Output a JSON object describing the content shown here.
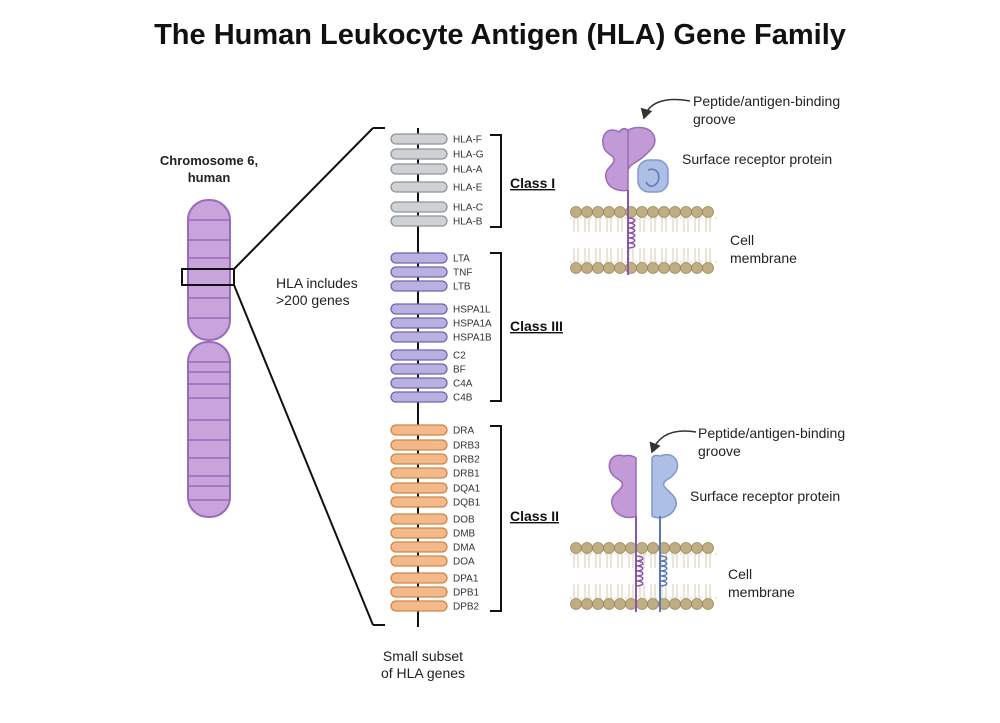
{
  "title": "The Human Leukocyte Antigen (HLA) Gene Family",
  "chromosome": {
    "label_line1": "Chromosome 6,",
    "label_line2": "human"
  },
  "hla_note": {
    "line1": "HLA includes",
    "line2": ">200 genes"
  },
  "subset_note": {
    "line1": "Small subset",
    "line2": "of HLA genes"
  },
  "colors": {
    "class1": "#cfd2d4",
    "class3": "#b9b2e0",
    "class2": "#f4b98a",
    "chromosome": "#c9a3dc",
    "receptor_alpha": "#c39ad8",
    "receptor_beta": "#aebfe6",
    "membrane_head": "#bfae83"
  },
  "classes": [
    {
      "name": "Class I",
      "color_key": "class1",
      "genes": [
        "HLA-F",
        "HLA-G",
        "HLA-A",
        "HLA-E",
        "HLA-C",
        "HLA-B"
      ]
    },
    {
      "name": "Class III",
      "color_key": "class3",
      "genes": [
        "LTA",
        "TNF",
        "LTB",
        "HSPA1L",
        "HSPA1A",
        "HSPA1B",
        "C2",
        "BF",
        "C4A",
        "C4B"
      ]
    },
    {
      "name": "Class II",
      "color_key": "class2",
      "genes": [
        "DRA",
        "DRB3",
        "DRB2",
        "DRB1",
        "DQA1",
        "DQB1",
        "DOB",
        "DMB",
        "DMA",
        "DOA",
        "DPA1",
        "DPB1",
        "DPB2"
      ]
    }
  ],
  "receptor_top": {
    "groove_line1": "Peptide/antigen-binding",
    "groove_line2": "groove",
    "protein": "Surface receptor protein",
    "membrane_line1": "Cell",
    "membrane_line2": "membrane"
  },
  "receptor_bottom": {
    "groove_line1": "Peptide/antigen-binding",
    "groove_line2": "groove",
    "protein": "Surface receptor protein",
    "membrane_line1": "Cell",
    "membrane_line2": "membrane"
  }
}
